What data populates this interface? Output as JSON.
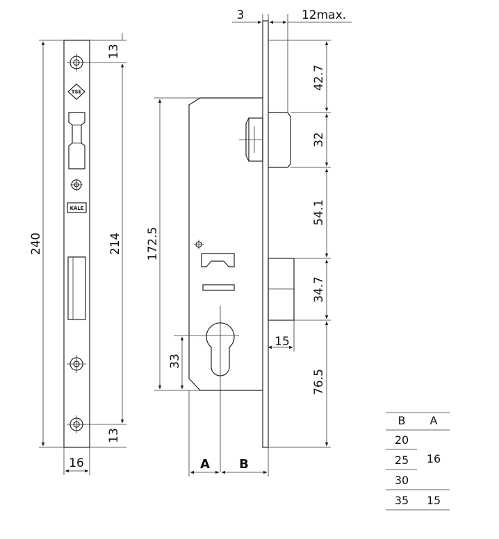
{
  "dimensions": {
    "face_length": "240",
    "screw_spacing": "214",
    "screw_offset_top": "13",
    "screw_offset_bottom": "13",
    "face_width": "16",
    "case_height": "172.5",
    "cylinder_height": "33",
    "face_thickness": "3",
    "latch_projection": "12max.",
    "top_to_latch": "42.7",
    "latch_height": "32",
    "latch_to_bolt": "54.1",
    "bolt_height": "34.7",
    "bolt_to_bottom": "76.5",
    "bolt_throw": "15",
    "label_a": "A",
    "label_b": "B"
  },
  "faceplate_marks": {
    "tse": "TSE",
    "kale": "KALE"
  },
  "table": {
    "headers": [
      "B",
      "A"
    ],
    "rows": [
      {
        "b": "20",
        "a": ""
      },
      {
        "b": "25",
        "a": "16"
      },
      {
        "b": "30",
        "a": ""
      },
      {
        "b": "35",
        "a": "15"
      }
    ]
  }
}
